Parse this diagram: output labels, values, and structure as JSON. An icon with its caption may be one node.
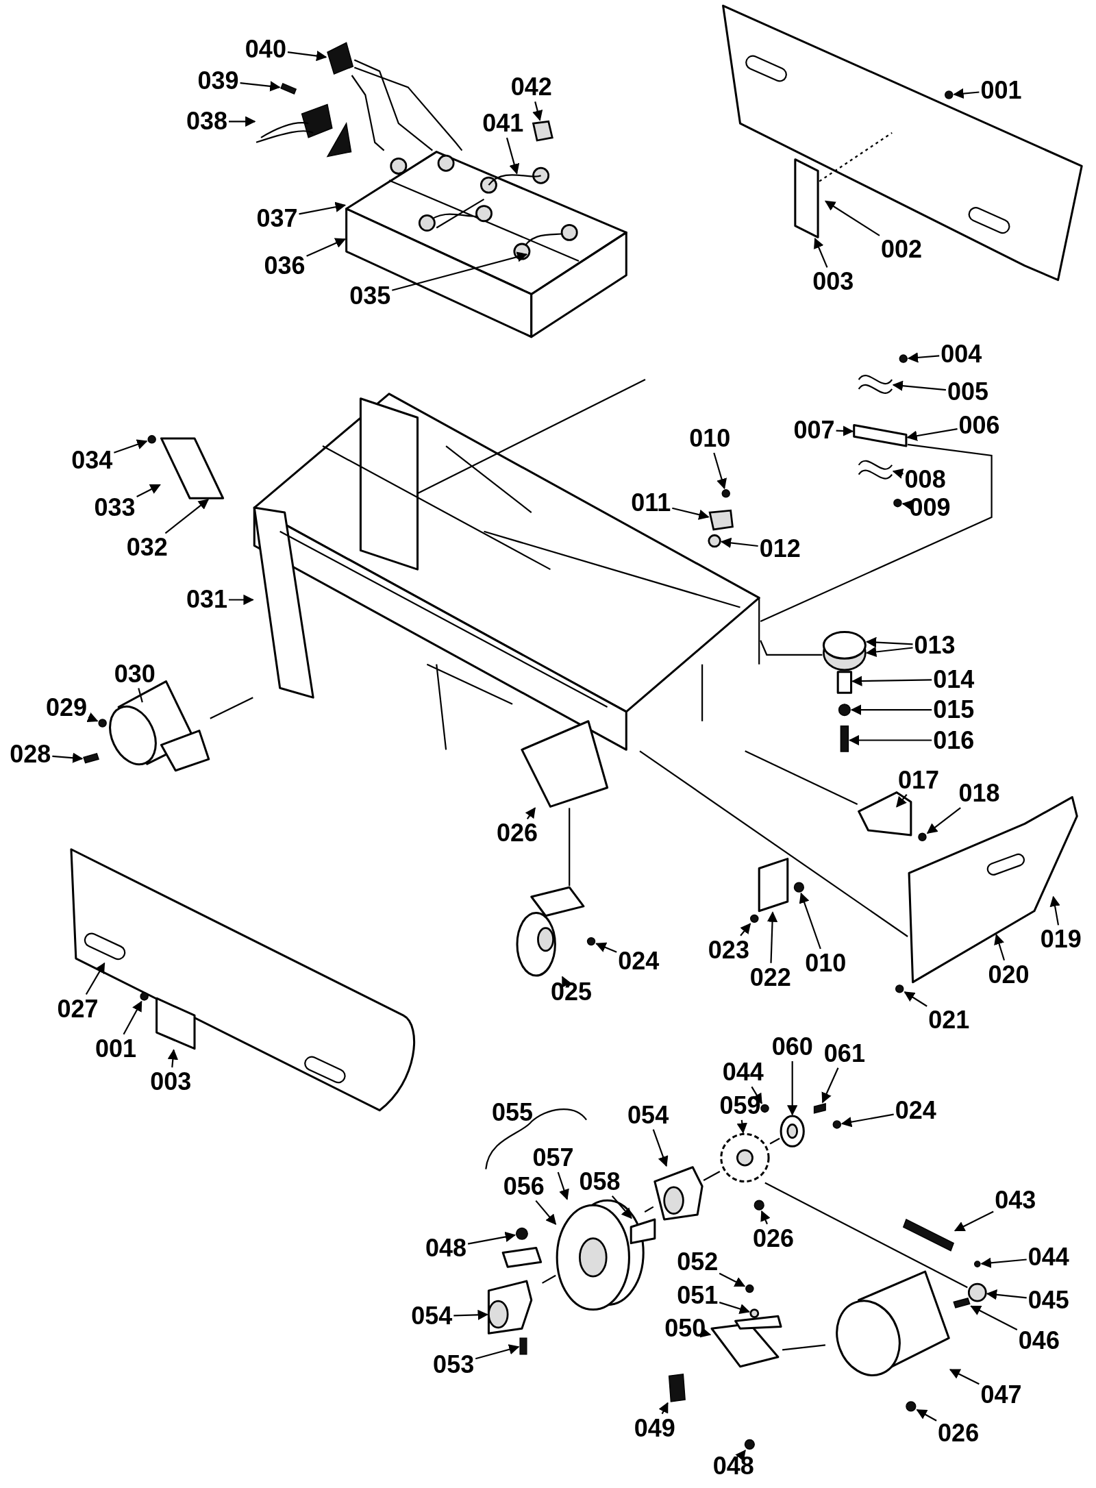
{
  "diagram": {
    "nodes": [
      {
        "text": [
          "040"
        ]
      },
      {
        "text": [
          "039"
        ]
      },
      {
        "text": [
          "042"
        ]
      },
      {
        "text": [
          "001"
        ]
      },
      {
        "text": [
          "038"
        ]
      },
      {
        "text": [
          "041"
        ]
      },
      {
        "text": [
          "037"
        ]
      },
      {
        "text": [
          "002"
        ]
      },
      {
        "text": [
          "036"
        ]
      },
      {
        "text": [
          "003"
        ]
      },
      {
        "text": [
          "035"
        ]
      },
      {
        "text": [
          "004"
        ]
      },
      {
        "text": [
          "005"
        ]
      },
      {
        "text": [
          "007"
        ]
      },
      {
        "text": [
          "006"
        ]
      },
      {
        "text": [
          "010"
        ]
      },
      {
        "text": [
          "034"
        ]
      },
      {
        "text": [
          "008"
        ]
      },
      {
        "text": [
          "011"
        ]
      },
      {
        "text": [
          "009"
        ]
      },
      {
        "text": [
          "033"
        ]
      },
      {
        "text": [
          "012"
        ]
      },
      {
        "text": [
          "032"
        ]
      },
      {
        "text": [
          "031"
        ]
      },
      {
        "text": [
          "013"
        ]
      },
      {
        "text": [
          "030"
        ]
      },
      {
        "text": [
          "014"
        ]
      },
      {
        "text": [
          "029"
        ]
      },
      {
        "text": [
          "015"
        ]
      },
      {
        "text": [
          "028"
        ]
      },
      {
        "text": [
          "016"
        ]
      },
      {
        "text": [
          "017"
        ]
      },
      {
        "text": [
          "018"
        ]
      },
      {
        "text": [
          "026"
        ]
      },
      {
        "text": [
          "019"
        ]
      },
      {
        "text": [
          "024"
        ]
      },
      {
        "text": [
          "023"
        ]
      },
      {
        "text": [
          "022"
        ]
      },
      {
        "text": [
          "010"
        ]
      },
      {
        "text": [
          "020"
        ]
      },
      {
        "text": [
          "027"
        ]
      },
      {
        "text": [
          "025"
        ]
      },
      {
        "text": [
          "001"
        ]
      },
      {
        "text": [
          "021"
        ]
      },
      {
        "text": [
          "003"
        ]
      },
      {
        "text": [
          "044"
        ]
      },
      {
        "text": [
          "060"
        ]
      },
      {
        "text": [
          "061"
        ]
      },
      {
        "text": [
          "024"
        ]
      },
      {
        "text": [
          "054"
        ]
      },
      {
        "text": [
          "059"
        ]
      },
      {
        "text": [
          "057"
        ]
      },
      {
        "text": [
          "056"
        ]
      },
      {
        "text": [
          "058"
        ]
      },
      {
        "text": [
          "043"
        ]
      },
      {
        "text": [
          "026"
        ]
      },
      {
        "text": [
          "048"
        ]
      },
      {
        "text": [
          "044"
        ]
      },
      {
        "text": [
          "052"
        ]
      },
      {
        "text": [
          "045"
        ]
      },
      {
        "text": [
          "051"
        ]
      },
      {
        "text": [
          "054"
        ]
      },
      {
        "text": [
          "050"
        ]
      },
      {
        "text": [
          "046"
        ]
      },
      {
        "text": [
          "053"
        ]
      },
      {
        "text": [
          "047"
        ]
      },
      {
        "text": [
          "049"
        ]
      },
      {
        "text": [
          "026"
        ]
      },
      {
        "text": [
          "048"
        ]
      },
      {
        "text": [
          "055"
        ]
      },
      {
        "text": [],
        "shape": "box"
      },
      {
        "text": [],
        "shape": "box"
      },
      {
        "text": [],
        "shape": "box"
      },
      {
        "text": [],
        "shape": "circle"
      },
      {
        "text": [],
        "shape": "picture"
      },
      {
        "text": [],
        "shape": "picture",
        "in": 76
      },
      {
        "text": [],
        "shape": "picture"
      },
      {
        "text": [],
        "shape": "picture"
      },
      {
        "text": [],
        "shape": "box"
      },
      {
        "text": [],
        "shape": "circle"
      },
      {
        "text": [],
        "shape": "picture"
      },
      {
        "text": [],
        "shape": "box"
      },
      {
        "text": [],
        "shape": "picture"
      },
      {
        "text": [],
        "shape": "circle"
      },
      {
        "text": [],
        "shape": "circle"
      },
      {
        "text": [],
        "shape": "box"
      },
      {
        "text": [],
        "shape": "circle"
      },
      {
        "text": [],
        "shape": "circle"
      },
      {
        "text": [],
        "shape": "box"
      },
      {
        "text": [],
        "shape": "picture"
      },
      {
        "text": [],
        "shape": "picture"
      },
      {
        "text": [],
        "shape": "box"
      },
      {
        "text": [],
        "shape": "circle"
      },
      {
        "text": [],
        "shape": "box"
      },
      {
        "text": [],
        "shape": "picture"
      },
      {
        "text": [],
        "shape": "circle"
      },
      {
        "text": [],
        "shape": "box"
      },
      {
        "text": [],
        "shape": "box"
      },
      {
        "text": [],
        "shape": "circle"
      },
      {
        "text": [],
        "shape": "box"
      },
      {
        "text": [],
        "shape": "picture"
      },
      {
        "text": [],
        "shape": "circle"
      },
      {
        "text": [],
        "shape": "picture"
      },
      {
        "text": [],
        "shape": "circle"
      },
      {
        "text": [],
        "shape": "circle"
      },
      {
        "text": [],
        "shape": "box"
      },
      {
        "text": [],
        "shape": "circle"
      },
      {
        "text": [],
        "shape": "picture"
      },
      {
        "text": [],
        "shape": "circle"
      },
      {
        "text": [],
        "shape": "box"
      },
      {
        "text": [],
        "shape": "circle"
      },
      {
        "text": [],
        "shape": "picture"
      },
      {
        "text": [],
        "shape": "box"
      },
      {
        "text": [],
        "shape": "circle"
      },
      {
        "text": [],
        "shape": "picture"
      },
      {
        "text": [],
        "shape": "picture"
      },
      {
        "text": [],
        "shape": "picture"
      },
      {
        "text": [],
        "shape": "box"
      },
      {
        "text": [],
        "shape": "box"
      },
      {
        "text": [],
        "shape": "circle"
      },
      {
        "text": [],
        "shape": "circle"
      },
      {
        "text": [],
        "shape": "circle"
      },
      {
        "text": [],
        "shape": "circle"
      },
      {
        "text": [],
        "shape": "circle"
      },
      {
        "text": [],
        "shape": "circle"
      },
      {
        "text": [],
        "shape": "picture"
      },
      {
        "text": [],
        "shape": "picture"
      },
      {
        "text": [],
        "shape": "box"
      },
      {
        "text": [],
        "shape": "box"
      },
      {
        "text": [],
        "shape": "picture"
      },
      {
        "text": [],
        "shape": "box"
      },
      {
        "text": [],
        "shape": "circle"
      },
      {
        "text": [],
        "shape": "circle"
      }
    ],
    "edges": [
      {
        "from": 0,
        "to": 70,
        "arrow": "to"
      },
      {
        "from": 1,
        "to": 71,
        "arrow": "to"
      },
      {
        "from": 2,
        "to": 72,
        "arrow": "to"
      },
      {
        "from": 3,
        "to": 73,
        "arrow": "to"
      },
      {
        "from": 4,
        "to": 74,
        "arrow": "to"
      },
      {
        "from": 5,
        "to": 75,
        "arrow": "to"
      },
      {
        "from": 6,
        "to": 76,
        "arrow": "to"
      },
      {
        "from": 7,
        "to": 77,
        "arrow": "to"
      },
      {
        "from": 8,
        "to": 76,
        "arrow": "to"
      },
      {
        "from": 9,
        "to": 78,
        "arrow": "to"
      },
      {
        "from": 10,
        "to": 76,
        "arrow": "to"
      },
      {
        "from": 11,
        "to": 79,
        "arrow": "to"
      },
      {
        "from": 12,
        "to": 80,
        "arrow": "to"
      },
      {
        "from": 13,
        "to": 81,
        "arrow": "to"
      },
      {
        "from": 14,
        "to": 81,
        "arrow": "to"
      },
      {
        "from": 15,
        "to": 84,
        "arrow": "to"
      },
      {
        "from": 16,
        "to": 87,
        "arrow": "to"
      },
      {
        "from": 17,
        "to": 82,
        "arrow": "to"
      },
      {
        "from": 18,
        "to": 85,
        "arrow": "to"
      },
      {
        "from": 19,
        "to": 83,
        "arrow": "to"
      },
      {
        "from": 20,
        "to": 88,
        "arrow": "to"
      },
      {
        "from": 21,
        "to": 86,
        "arrow": "to"
      },
      {
        "from": 22,
        "to": 88,
        "arrow": "to"
      },
      {
        "from": 23,
        "to": 89,
        "arrow": "to"
      },
      {
        "from": 24,
        "to": 90,
        "arrow": "to"
      },
      {
        "from": 24,
        "to": 90,
        "arrow": "to"
      },
      {
        "from": 25,
        "to": 94,
        "arrow": "none"
      },
      {
        "from": 26,
        "to": 91,
        "arrow": "to"
      },
      {
        "from": 27,
        "to": 95,
        "arrow": "to"
      },
      {
        "from": 28,
        "to": 92,
        "arrow": "to"
      },
      {
        "from": 29,
        "to": 96,
        "arrow": "to"
      },
      {
        "from": 30,
        "to": 93,
        "arrow": "to"
      },
      {
        "from": 31,
        "to": 97,
        "arrow": "to"
      },
      {
        "from": 32,
        "to": 98,
        "arrow": "to"
      },
      {
        "from": 33,
        "to": 99,
        "arrow": "to"
      },
      {
        "from": 34,
        "to": 100,
        "arrow": "to"
      },
      {
        "from": 35,
        "to": 103,
        "arrow": "to"
      },
      {
        "from": 36,
        "to": 104,
        "arrow": "to"
      },
      {
        "from": 37,
        "to": 105,
        "arrow": "to"
      },
      {
        "from": 38,
        "to": 106,
        "arrow": "to"
      },
      {
        "from": 39,
        "to": 100,
        "arrow": "to"
      },
      {
        "from": 40,
        "to": 107,
        "arrow": "to"
      },
      {
        "from": 41,
        "to": 102,
        "arrow": "to"
      },
      {
        "from": 42,
        "to": 108,
        "arrow": "to"
      },
      {
        "from": 43,
        "to": 101,
        "arrow": "to"
      },
      {
        "from": 44,
        "to": 109,
        "arrow": "to"
      },
      {
        "from": 45,
        "to": 110,
        "arrow": "to"
      },
      {
        "from": 46,
        "to": 111,
        "arrow": "to"
      },
      {
        "from": 47,
        "to": 112,
        "arrow": "to"
      },
      {
        "from": 48,
        "to": 113,
        "arrow": "to"
      },
      {
        "from": 49,
        "to": 114,
        "arrow": "to"
      },
      {
        "from": 50,
        "to": 115,
        "arrow": "to"
      },
      {
        "from": 51,
        "to": 116,
        "arrow": "to"
      },
      {
        "from": 52,
        "to": 116,
        "arrow": "to"
      },
      {
        "from": 53,
        "to": 117,
        "arrow": "to"
      },
      {
        "from": 54,
        "to": 118,
        "arrow": "to"
      },
      {
        "from": 55,
        "to": 119,
        "arrow": "to"
      },
      {
        "from": 56,
        "to": 120,
        "arrow": "to"
      },
      {
        "from": 57,
        "to": 121,
        "arrow": "to"
      },
      {
        "from": 58,
        "to": 122,
        "arrow": "to"
      },
      {
        "from": 59,
        "to": 123,
        "arrow": "to"
      },
      {
        "from": 60,
        "to": 124,
        "arrow": "to"
      },
      {
        "from": 61,
        "to": 125,
        "arrow": "to"
      },
      {
        "from": 62,
        "to": 126,
        "arrow": "to"
      },
      {
        "from": 63,
        "to": 127,
        "arrow": "to"
      },
      {
        "from": 64,
        "to": 128,
        "arrow": "to"
      },
      {
        "from": 65,
        "to": 129,
        "arrow": "to"
      },
      {
        "from": 66,
        "to": 130,
        "arrow": "to"
      },
      {
        "from": 67,
        "to": 131,
        "arrow": "to"
      },
      {
        "from": 68,
        "to": 132,
        "arrow": "to"
      },
      {
        "from": 78,
        "to": 77,
        "arrow": "none",
        "style": "dashed"
      },
      {
        "from": 89,
        "to": 81,
        "arrow": "none"
      },
      {
        "from": 89,
        "to": 90,
        "arrow": "none"
      },
      {
        "from": 94,
        "to": 89,
        "arrow": "none"
      },
      {
        "from": 89,
        "to": 97,
        "arrow": "none"
      },
      {
        "from": 89,
        "to": 100,
        "arrow": "none"
      },
      {
        "from": 99,
        "to": 102,
        "arrow": "none"
      },
      {
        "from": 116,
        "to": 114,
        "arrow": "none"
      },
      {
        "from": 125,
        "to": 116,
        "arrow": "none"
      },
      {
        "from": 114,
        "to": 115,
        "arrow": "none"
      },
      {
        "from": 115,
        "to": 111,
        "arrow": "none"
      },
      {
        "from": 115,
        "to": 123,
        "arrow": "none"
      },
      {
        "from": 126,
        "to": 129,
        "arrow": "none"
      },
      {
        "from": 70,
        "to": 76,
        "arrow": "none"
      },
      {
        "from": 70,
        "to": 76,
        "arrow": "none"
      },
      {
        "from": 70,
        "to": 76,
        "arrow": "none"
      }
    ]
  }
}
